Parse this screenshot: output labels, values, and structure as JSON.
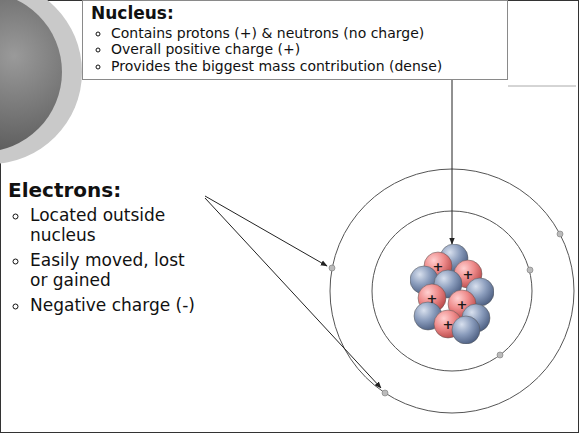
{
  "diagram": {
    "nodes": [
      {
        "text": [
          "Nucleus:",
          "Contains protons (+) & neutrons (no charge)",
          "Overall positive charge (+)",
          "Provides the biggest mass contribution (dense)"
        ]
      },
      {
        "text": [
          "+",
          "+",
          "+",
          "+",
          "+"
        ]
      }
    ],
    "edges": [
      {
        "from": 0,
        "to": 1,
        "arrow": "to"
      }
    ],
    "labels": [
      "Electrons:",
      "Located outside nucleus",
      "Easily moved, lost or gained",
      "Negative charge (-)"
    ]
  }
}
